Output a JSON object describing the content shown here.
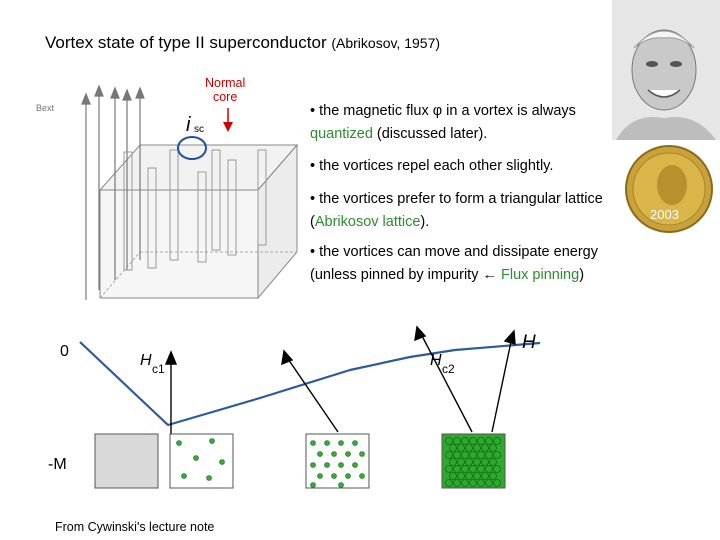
{
  "title": {
    "main": "Vortex state of type II superconductor",
    "sub": "(Abrikosov, 1957)"
  },
  "labels": {
    "bext": "Bext",
    "normal_core_line1": "Normal",
    "normal_core_line2": "core",
    "i_sc": "i",
    "i_sc_sub": "sc"
  },
  "bullets": [
    {
      "pre": "• the magnetic flux ",
      "symbol": "φ",
      "mid": " in a vortex is always ",
      "green": "quantized",
      "post": " (discussed later)."
    },
    {
      "text": "• the vortices repel each other slightly."
    },
    {
      "pre": "• the vortices prefer to form a triangular lattice (",
      "green": "Abrikosov lattice",
      "post": ")."
    },
    {
      "pre": "• the vortices can move and dissipate energy (unless pinned by impurity ← ",
      "green": "Flux pinning",
      "post": ")"
    }
  ],
  "medal": {
    "year": "2003"
  },
  "graph": {
    "zero": "0",
    "neg_m": "-M",
    "hc1": "H",
    "hc1_sub": "c1",
    "hc2": "H",
    "hc2_sub": "c2",
    "h": "H"
  },
  "footer": "From Cywinski's lecture note",
  "colors": {
    "normal_core": "#cc0000",
    "green_text": "#2e8b2e",
    "vortex_dot": "#3aa83a",
    "curve": "#2f5a9a",
    "box_fill": "#d9d9d9"
  }
}
